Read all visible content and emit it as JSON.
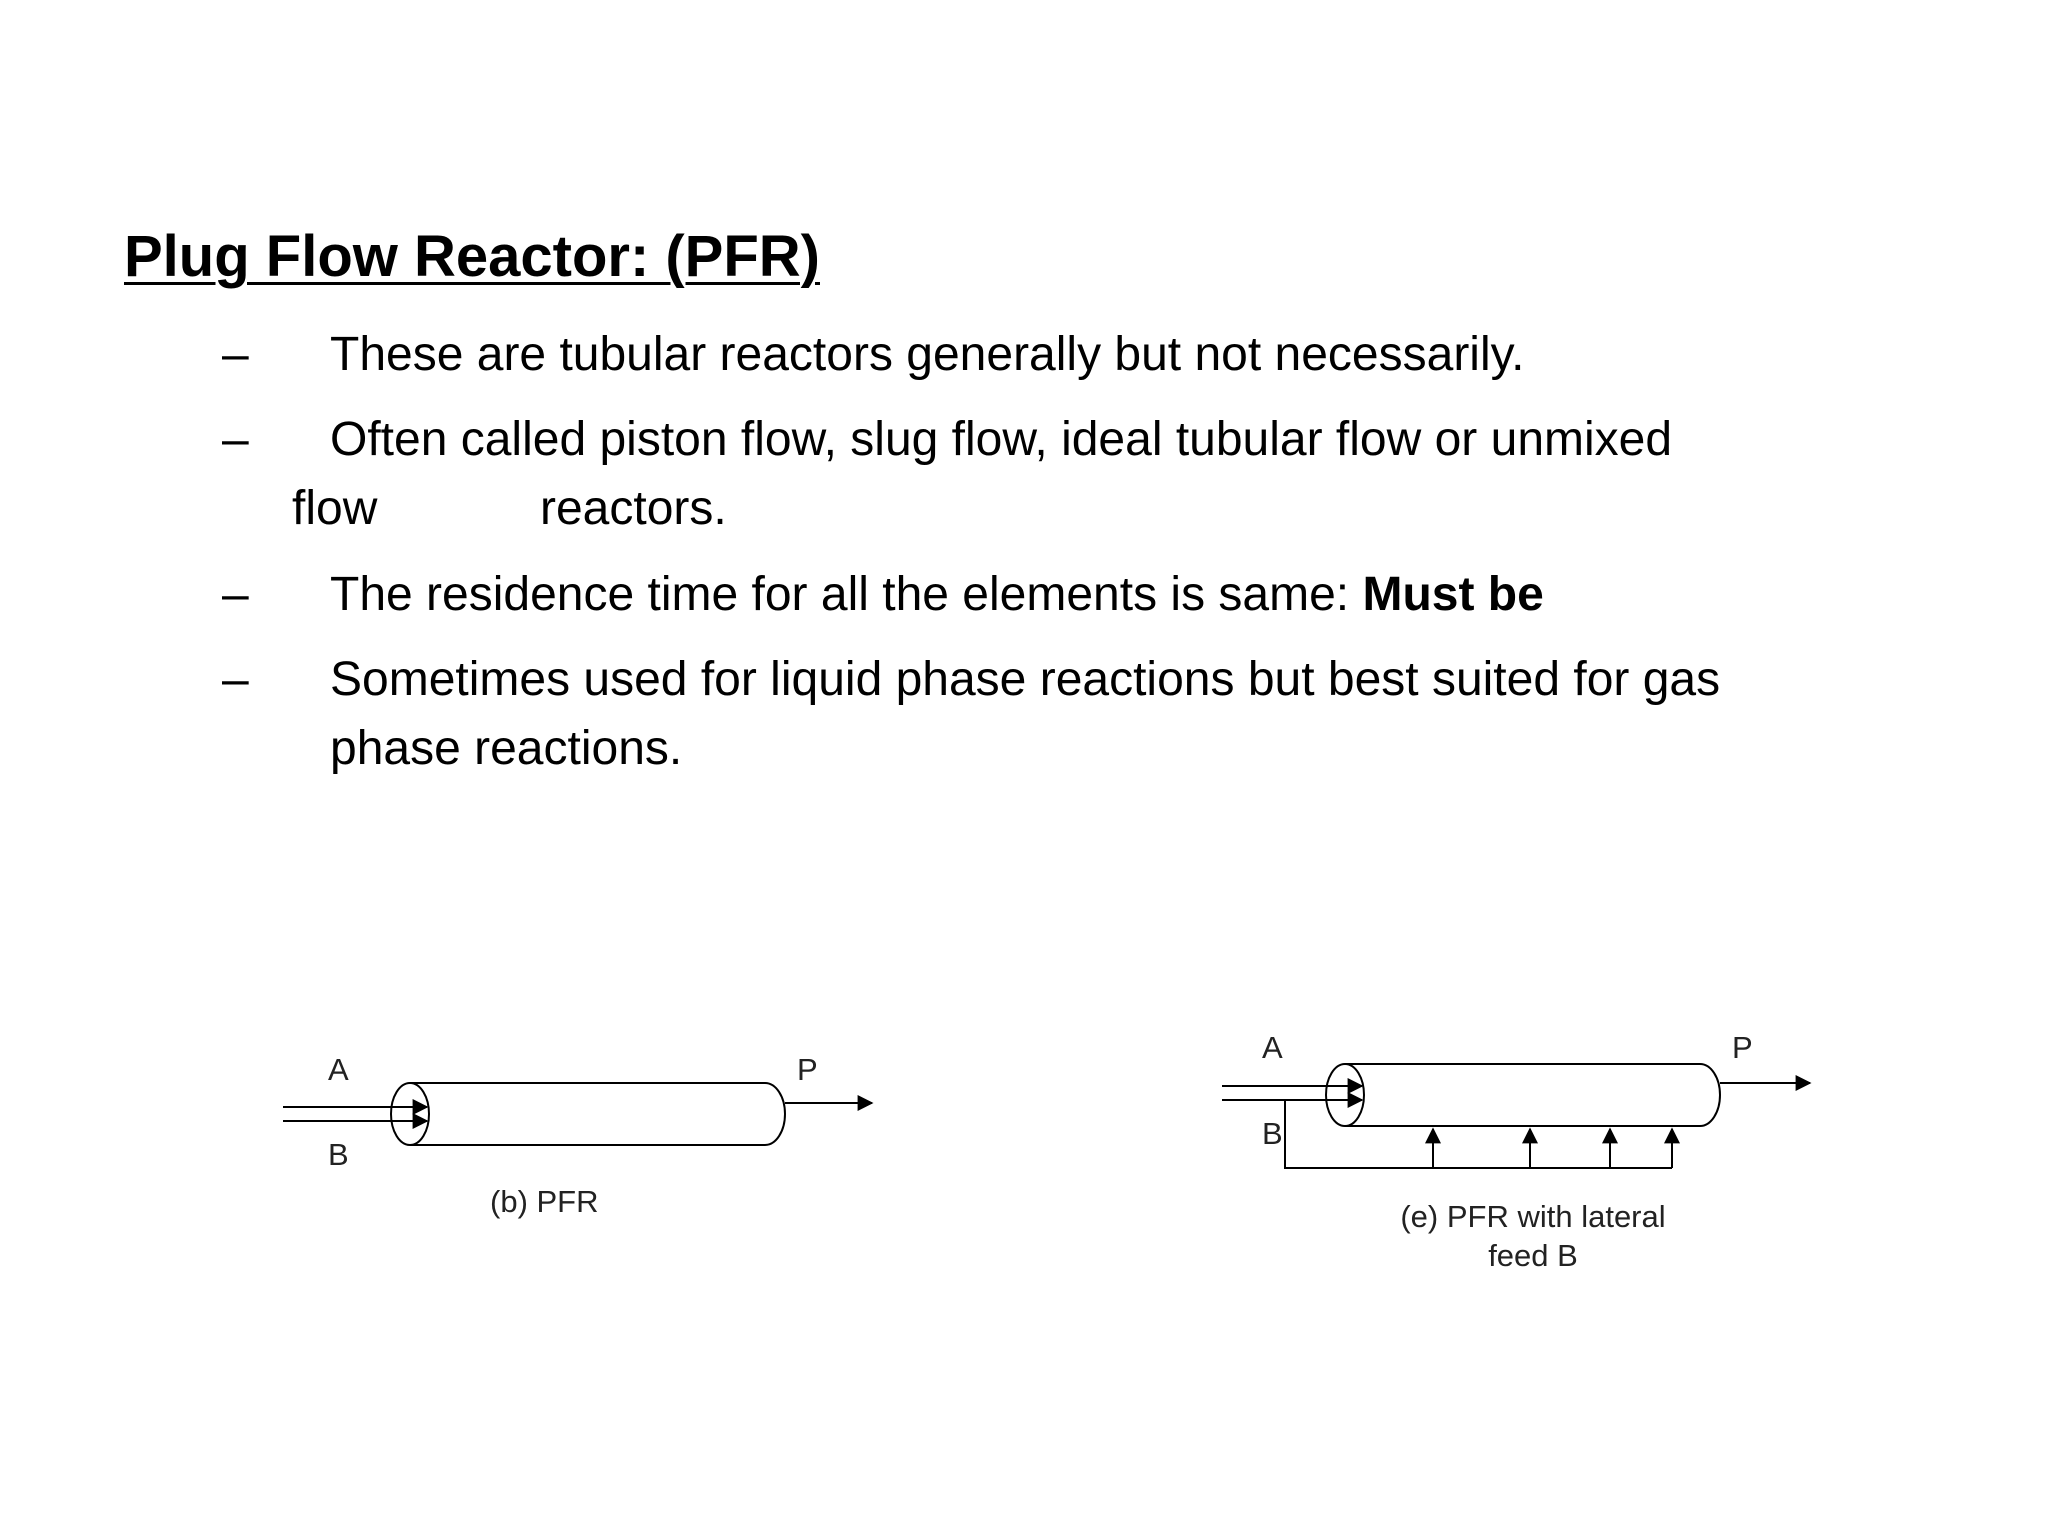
{
  "title": "Plug Flow Reactor: (PFR)",
  "bullet_marker": "–",
  "bullets": [
    {
      "lines": [
        "These are tubular reactors generally but not necessarily."
      ]
    },
    {
      "lines": [
        "Often called piston flow, slug flow, ideal tubular flow or unmixed",
        "flow",
        "reactors."
      ]
    },
    {
      "text": "The residence time for all the elements is same: ",
      "bold": "Must be"
    },
    {
      "lines": [
        "Sometimes used for liquid phase reactions but best suited for gas",
        "phase reactions."
      ]
    }
  ],
  "diagrams": [
    {
      "inlet_labels": [
        "A",
        "B"
      ],
      "outlet_label": "P",
      "caption": "(b) PFR"
    },
    {
      "inlet_labels": [
        "A",
        "B"
      ],
      "outlet_label": "P",
      "caption_lines": [
        "(e) PFR with lateral",
        "feed B"
      ]
    }
  ]
}
